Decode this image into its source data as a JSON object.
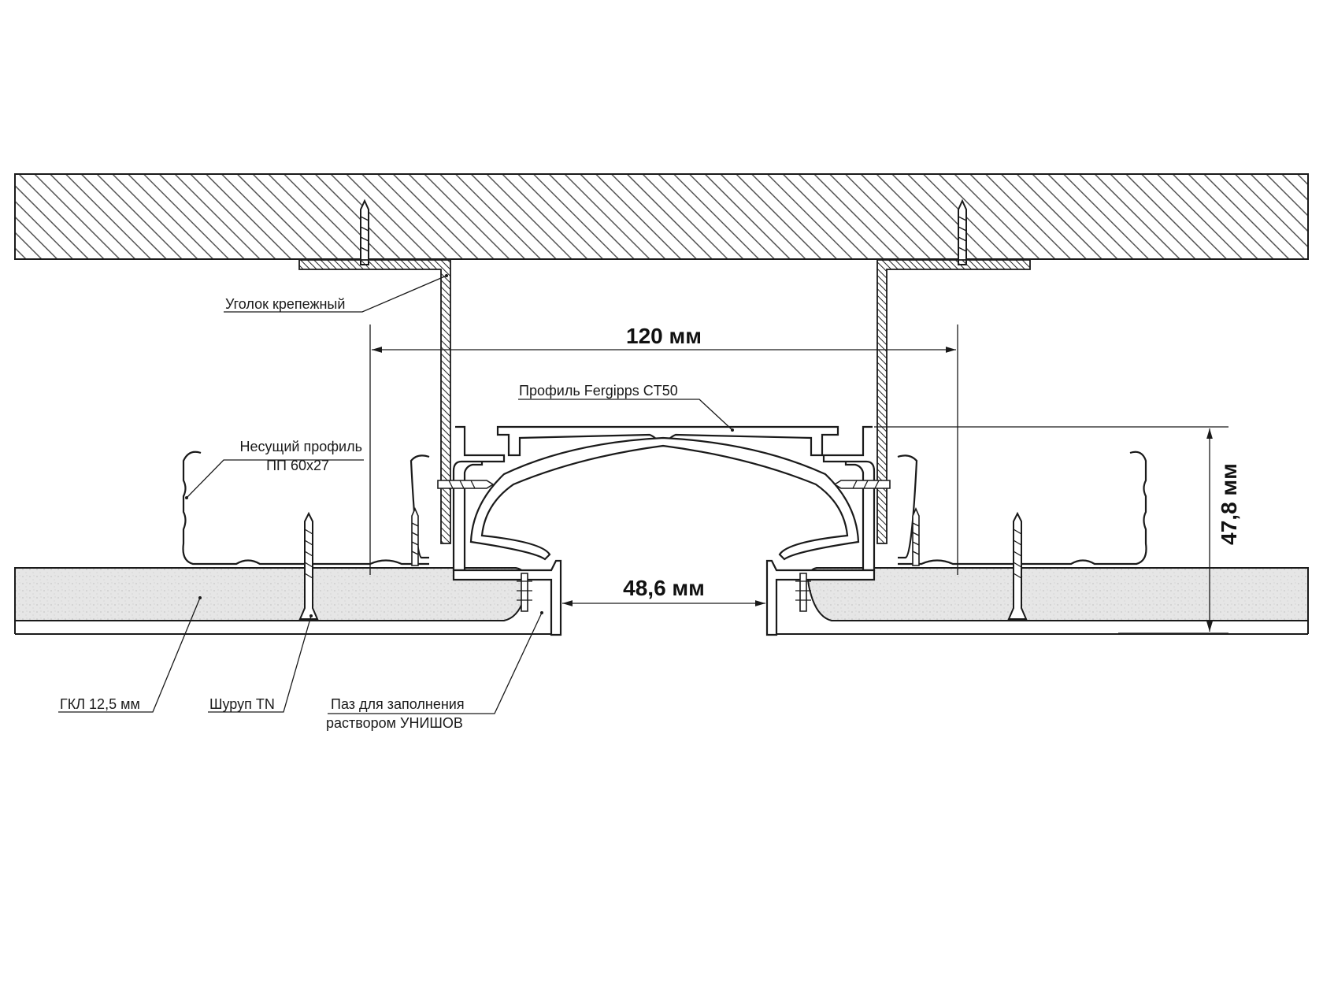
{
  "labels": {
    "corner_bracket": "Уголок крепежный",
    "fergipps_profile": "Профиль Fergipps CT50",
    "carrier_profile_line1": "Несущий профиль",
    "carrier_profile_line2": "ПП 60х27",
    "gypsum_board": "ГКЛ 12,5 мм",
    "screw": "Шуруп TN",
    "groove_line1": "Паз для заполнения",
    "groove_line2": "раствором УНИШОВ"
  },
  "dimensions": {
    "width_total": "120 мм",
    "opening_width": "48,6 мм",
    "height": "47,8 мм"
  },
  "colors": {
    "line": "#1a1a1a",
    "board_fill": "#e4e4e4",
    "hatch": "#555555"
  }
}
